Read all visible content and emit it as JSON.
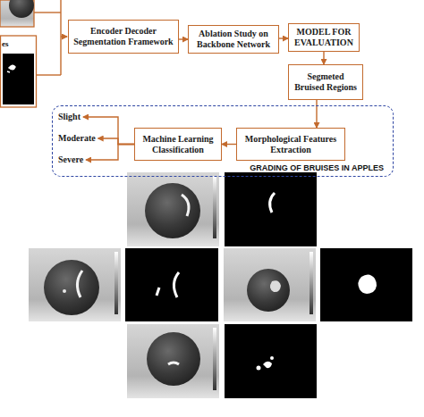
{
  "diagram": {
    "nodes": [
      {
        "text": [
          "Encoder Decoder Segmentation Framework"
        ]
      },
      {
        "text": [
          "Ablation Study on Backbone Network"
        ]
      },
      {
        "text": [
          "MODEL FOR EVALUATION"
        ]
      },
      {
        "text": [
          "Segmeted Bruised Regions"
        ]
      },
      {
        "text": [
          "GRADING OF BRUISES IN APPLES"
        ]
      },
      {
        "text": [
          "Morphological Features Extraction"
        ],
        "in": 4
      },
      {
        "text": [
          "Machine Learning Classification"
        ],
        "in": 4
      },
      {
        "text": [
          "Slight"
        ],
        "in": 4
      },
      {
        "text": [
          "Moderate"
        ],
        "in": 4
      },
      {
        "text": [
          "Severe"
        ],
        "in": 4
      }
    ],
    "edges": [
      {
        "from": 0,
        "to": 1,
        "arrow": "to"
      },
      {
        "from": 1,
        "to": 2,
        "arrow": "to"
      },
      {
        "from": 2,
        "to": 3,
        "arrow": "to"
      },
      {
        "from": 3,
        "to": 5,
        "arrow": "to"
      },
      {
        "from": 5,
        "to": 6,
        "arrow": "to"
      },
      {
        "from": 6,
        "to": 7,
        "arrow": "to"
      },
      {
        "from": 6,
        "to": 8,
        "arrow": "to"
      },
      {
        "from": 6,
        "to": 9,
        "arrow": "to"
      }
    ],
    "labels": [
      "es"
    ]
  }
}
